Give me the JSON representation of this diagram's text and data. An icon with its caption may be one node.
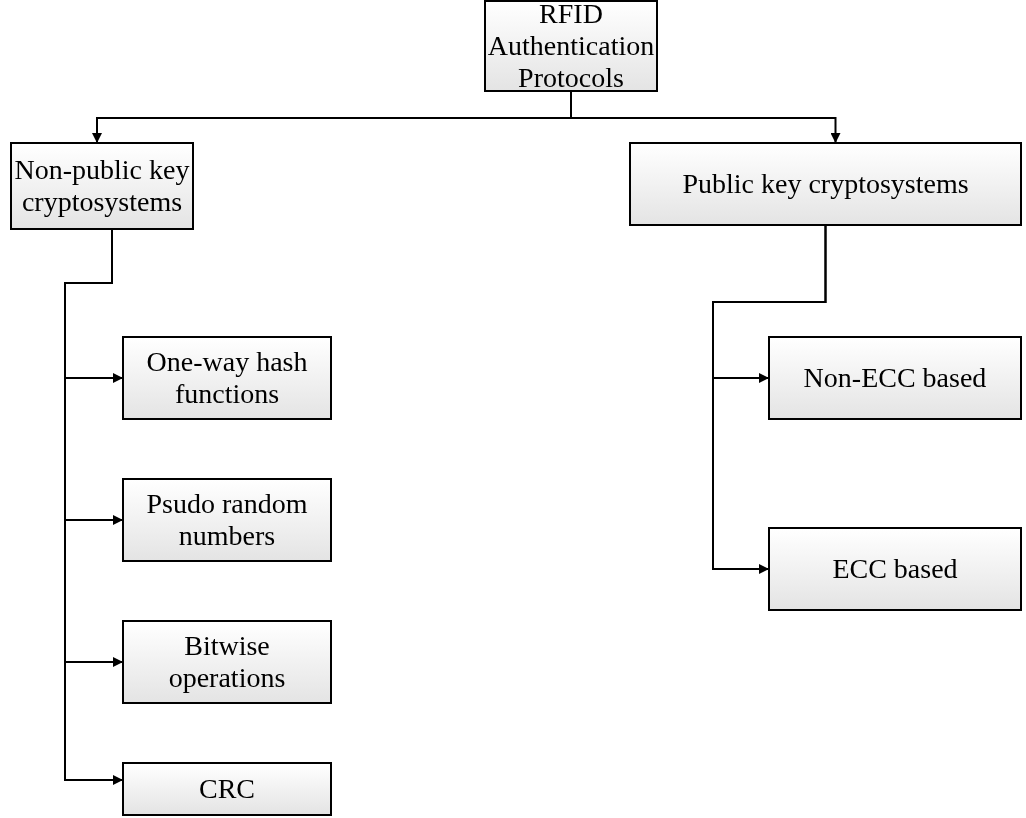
{
  "diagram": {
    "nodes": [
      {
        "text": [
          "RFID Authentication Protocols"
        ]
      },
      {
        "text": [
          "Non-public key cryptosystems"
        ]
      },
      {
        "text": [
          "Public key cryptosystems"
        ]
      },
      {
        "text": [
          "One-way hash functions"
        ]
      },
      {
        "text": [
          "Psudo random numbers"
        ]
      },
      {
        "text": [
          "Bitwise operations"
        ]
      },
      {
        "text": [
          "CRC"
        ]
      },
      {
        "text": [
          "Non-ECC based"
        ]
      },
      {
        "text": [
          "ECC based"
        ]
      }
    ],
    "edges": [
      {
        "from": 0,
        "to": 1,
        "arrow": "to"
      },
      {
        "from": 0,
        "to": 2,
        "arrow": "to"
      },
      {
        "from": 1,
        "to": 3,
        "arrow": "to"
      },
      {
        "from": 1,
        "to": 4,
        "arrow": "to"
      },
      {
        "from": 1,
        "to": 5,
        "arrow": "to"
      },
      {
        "from": 1,
        "to": 6,
        "arrow": "to"
      },
      {
        "from": 2,
        "to": 7,
        "arrow": "to"
      },
      {
        "from": 2,
        "to": 8,
        "arrow": "to"
      }
    ]
  }
}
